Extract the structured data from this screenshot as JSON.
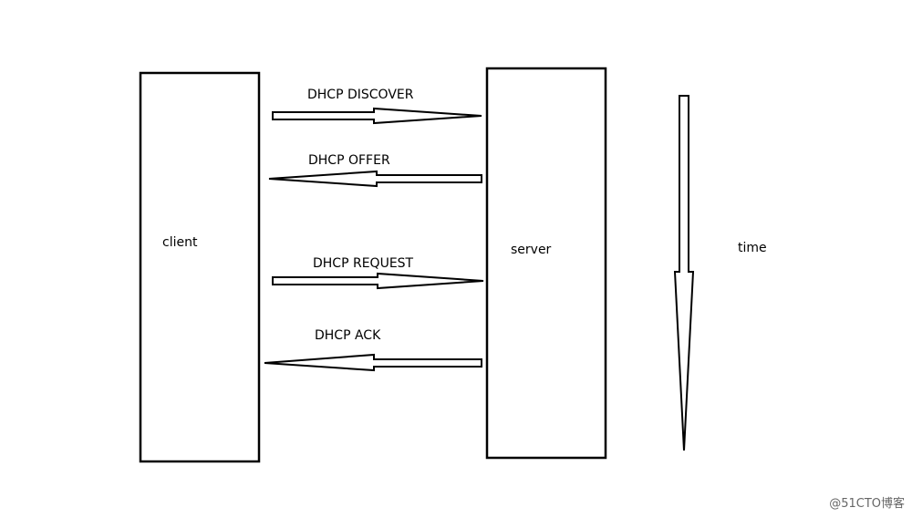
{
  "nodes": {
    "client": "client",
    "server": "server"
  },
  "messages": [
    {
      "label": "DHCP DISCOVER",
      "direction": "client-to-server"
    },
    {
      "label": "DHCP OFFER",
      "direction": "server-to-client"
    },
    {
      "label": "DHCP REQUEST",
      "direction": "client-to-server"
    },
    {
      "label": "DHCP ACK",
      "direction": "server-to-client"
    }
  ],
  "time_label": "time",
  "watermark": "@51CTO博客",
  "colors": {
    "stroke": "#000000",
    "background": "#ffffff",
    "watermark": "#666666"
  }
}
